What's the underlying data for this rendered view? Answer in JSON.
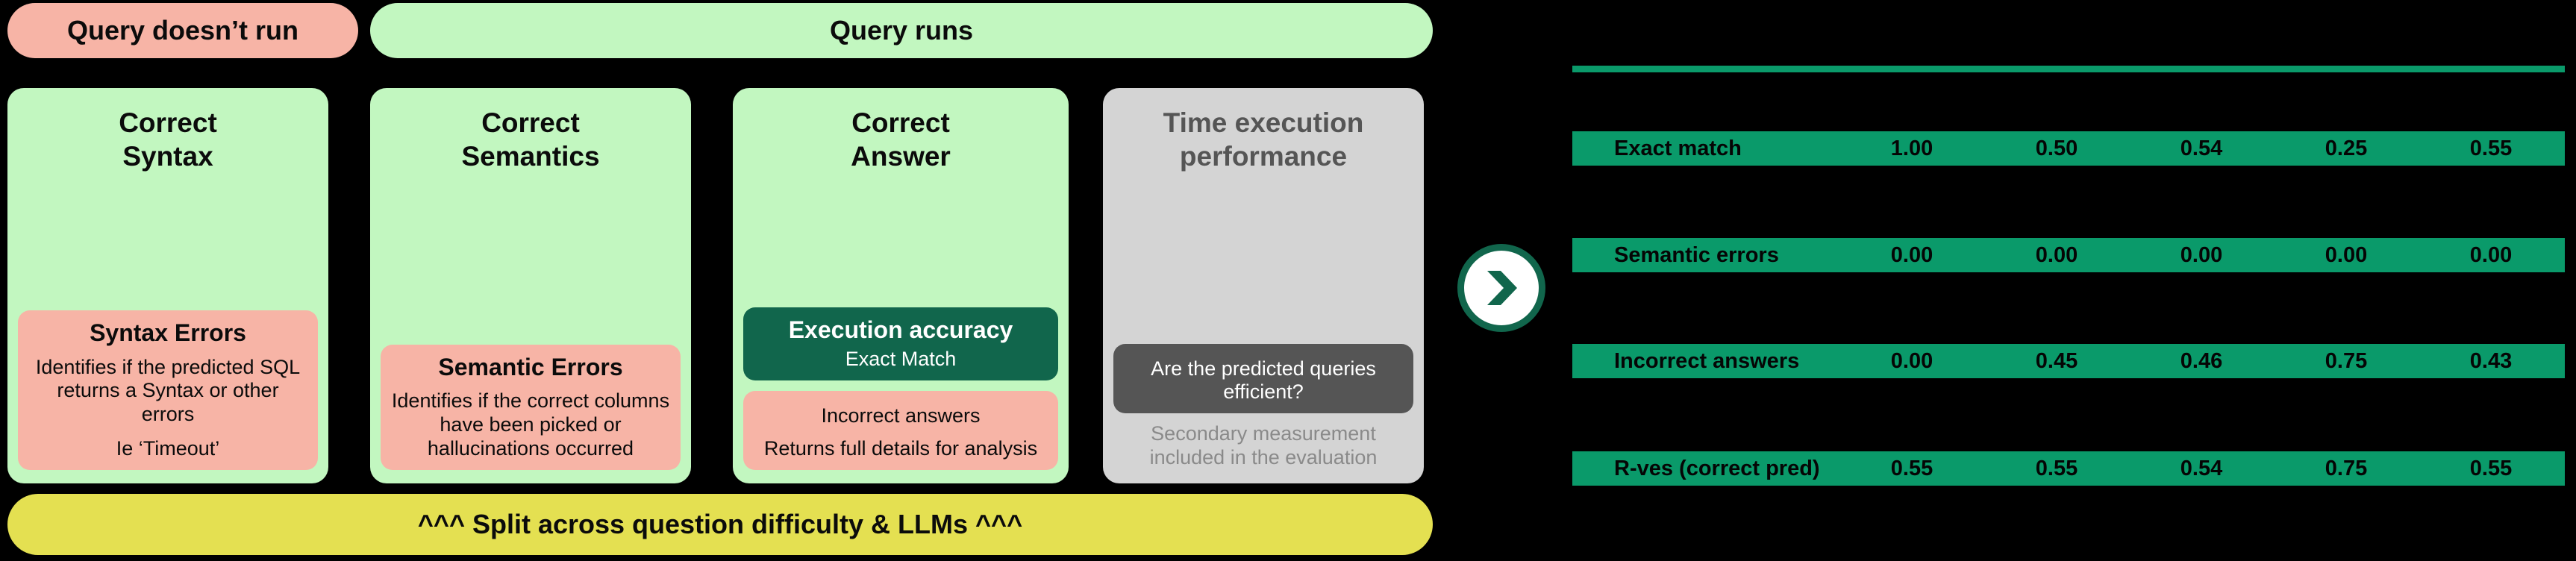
{
  "top_pills": {
    "left": "Query doesn’t run",
    "right": "Query runs"
  },
  "cards": [
    {
      "title": "Correct\nSyntax",
      "sub_title": "Syntax Errors",
      "sub_body": "Identifies if the predicted SQL returns a Syntax or other errors",
      "sub_note": "Ie ‘Timeout’"
    },
    {
      "title": "Correct\nSemantics",
      "sub_title": "Semantic Errors",
      "sub_body": "Identifies if the correct columns have been picked or hallucinations occurred"
    },
    {
      "title": "Correct\nAnswer",
      "primary_title": "Execution accuracy",
      "primary_body": "Exact Match",
      "secondary_title": "Incorrect answers",
      "secondary_body": "Returns full details for analysis"
    },
    {
      "title": "Time execution\nperformance",
      "sub_title": "Are the predicted queries efficient?",
      "footnote": "Secondary measurement included in the evaluation"
    }
  ],
  "banner": {
    "text": "^^^ Split across question difficulty & LLMs ^^^"
  },
  "arrow": {
    "icon": "chevron-right-icon"
  },
  "chart_data": {
    "type": "table",
    "title": "",
    "columns": [
      "metric",
      "c1",
      "c2",
      "c3",
      "c4",
      "c5"
    ],
    "rows": [
      {
        "metric": "Exact match",
        "values": [
          "1.00",
          "0.50",
          "0.54",
          "0.25",
          "0.55"
        ]
      },
      {
        "metric": "Semantic errors",
        "values": [
          "0.00",
          "0.00",
          "0.00",
          "0.00",
          "0.00"
        ]
      },
      {
        "metric": "Incorrect answers",
        "values": [
          "0.00",
          "0.45",
          "0.46",
          "0.75",
          "0.43"
        ]
      },
      {
        "metric": "R-ves (correct pred)",
        "values": [
          "0.55",
          "0.55",
          "0.54",
          "0.75",
          "0.55"
        ]
      }
    ]
  },
  "colors": {
    "background": "#000000",
    "pill_fail": "#f7b4a6",
    "pill_pass": "#c2f7c0",
    "card_green": "#c2f7c0",
    "card_gray": "#d4d4d4",
    "sub_pink": "#f7b4a6",
    "sub_dark_green": "#11664c",
    "sub_dark_gray": "#555555",
    "banner_yellow": "#e4e051",
    "table_green": "#0a9a6a",
    "accent_green": "#11664c"
  }
}
